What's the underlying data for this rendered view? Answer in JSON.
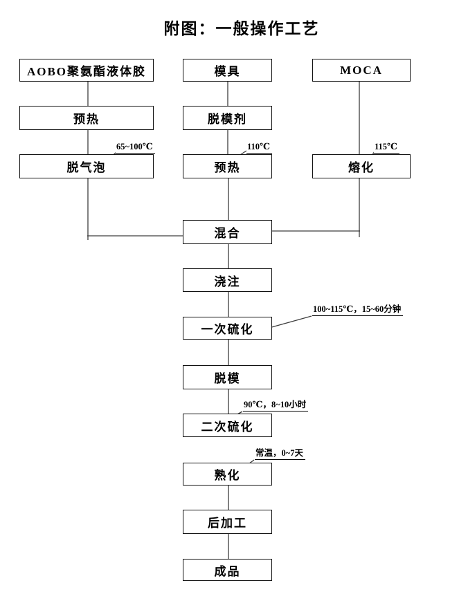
{
  "page": {
    "title": "附图：一般操作工艺",
    "background_color": "#ffffff",
    "ink_color": "#000000",
    "line_color": "#3d3d3d"
  },
  "diagram": {
    "nodes": [
      {
        "id": "aobo",
        "label": "AOBO聚氨酯液体胶"
      },
      {
        "id": "preheat-left",
        "label": "预热"
      },
      {
        "id": "degas",
        "label": "脱气泡"
      },
      {
        "id": "mold",
        "label": "模具"
      },
      {
        "id": "release-agent",
        "label": "脱模剂"
      },
      {
        "id": "preheat-mid",
        "label": "预热"
      },
      {
        "id": "moca",
        "label": "MOCA"
      },
      {
        "id": "melt",
        "label": "熔化"
      },
      {
        "id": "mix",
        "label": "混合"
      },
      {
        "id": "pour",
        "label": "浇注"
      },
      {
        "id": "cure1",
        "label": "一次硫化"
      },
      {
        "id": "demold",
        "label": "脱模"
      },
      {
        "id": "cure2",
        "label": "二次硫化"
      },
      {
        "id": "mature",
        "label": "熟化"
      },
      {
        "id": "postprocess",
        "label": "后加工"
      },
      {
        "id": "product",
        "label": "成品"
      }
    ],
    "annotations": [
      {
        "id": "degas-temp",
        "attached_to": "degas",
        "text": "65~100℃"
      },
      {
        "id": "preheat-temp",
        "attached_to": "preheat-mid",
        "text": "110℃"
      },
      {
        "id": "melt-temp",
        "attached_to": "melt",
        "text": "115℃"
      },
      {
        "id": "cure1-cond",
        "attached_to": "cure1",
        "text": "100~115℃，15~60分钟"
      },
      {
        "id": "cure2-cond",
        "attached_to": "cure2",
        "text": "90℃，8~10小时"
      },
      {
        "id": "mature-cond",
        "attached_to": "mature",
        "text": "常温，0~7天"
      }
    ],
    "edges": [
      {
        "from": "aobo",
        "to": "preheat-left"
      },
      {
        "from": "preheat-left",
        "to": "degas"
      },
      {
        "from": "degas",
        "to": "mix"
      },
      {
        "from": "mold",
        "to": "release-agent"
      },
      {
        "from": "release-agent",
        "to": "preheat-mid"
      },
      {
        "from": "preheat-mid",
        "to": "mix"
      },
      {
        "from": "moca",
        "to": "melt"
      },
      {
        "from": "melt",
        "to": "mix"
      },
      {
        "from": "mix",
        "to": "pour"
      },
      {
        "from": "pour",
        "to": "cure1"
      },
      {
        "from": "cure1",
        "to": "demold"
      },
      {
        "from": "demold",
        "to": "cure2"
      },
      {
        "from": "mature",
        "to": "postprocess"
      },
      {
        "from": "postprocess",
        "to": "product"
      }
    ]
  }
}
